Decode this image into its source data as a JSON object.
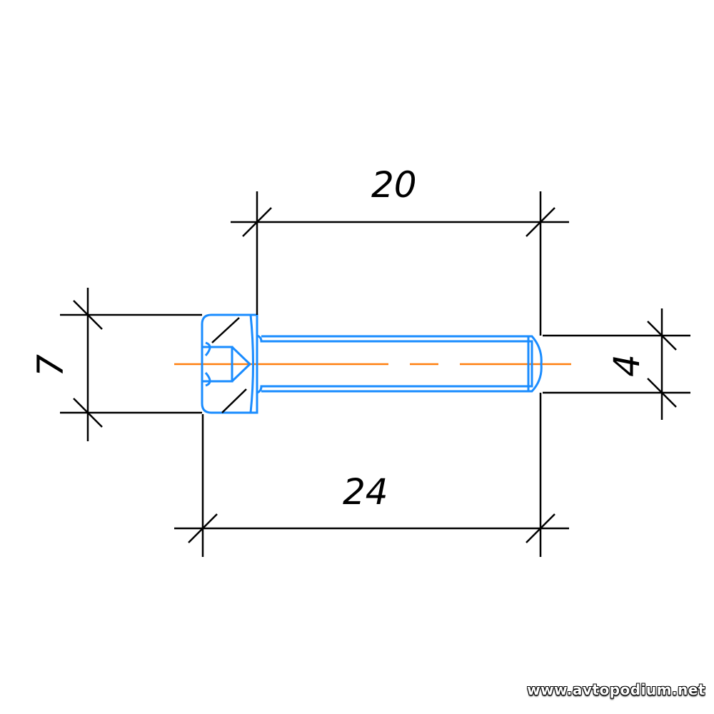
{
  "colors": {
    "part": "#1a8cff",
    "centerline": "#ff7f0e",
    "dimension": "#000000"
  },
  "dimensions": {
    "top_length": "20",
    "bottom_length": "24",
    "head_height": "7",
    "shank_diameter": "4"
  },
  "watermark": "www.avtopodium.net"
}
